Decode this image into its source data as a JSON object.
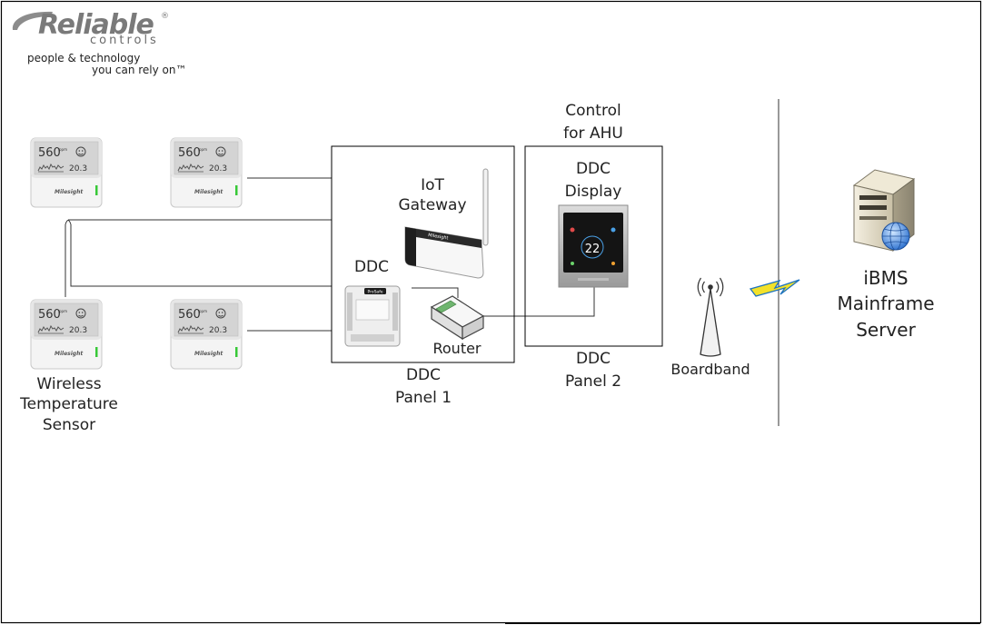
{
  "logo": {
    "wordmark_top": "Reliable",
    "registered": "®",
    "wordmark_bottom": "controls",
    "tagline_1": "people & technology",
    "tagline_2": "you can rely on™"
  },
  "sensor": {
    "screen_value": "560",
    "screen_unit": "ppm",
    "screen_temp": "20.3",
    "brand": "Milesight"
  },
  "labels": {
    "wireless_sensor": [
      "Wireless",
      "Temperature",
      "Sensor"
    ],
    "iot_gateway": [
      "IoT",
      "Gateway"
    ],
    "ddc": "DDC",
    "router": "Router",
    "panel1": [
      "DDC",
      "Panel 1"
    ],
    "control_ahu": [
      "Control",
      "for AHU"
    ],
    "ddc_display": [
      "DDC",
      "Display"
    ],
    "panel2": [
      "DDC",
      "Panel 2"
    ],
    "boardband": "Boardband",
    "ibms": [
      "iBMS",
      "Mainframe",
      "Server"
    ]
  },
  "devices": {
    "gateway_brand": "Milesight",
    "display_temp": "22",
    "ddc_brand": "ProSafe"
  },
  "colors": {
    "line": "#333333",
    "frame": "#000000",
    "sensor_green": "#37c837",
    "lightning": "#f2e12a",
    "lightning_outline": "#1e73be",
    "logo_gray": "#7a7a7a",
    "globe_blue": "#2a6fcf"
  }
}
